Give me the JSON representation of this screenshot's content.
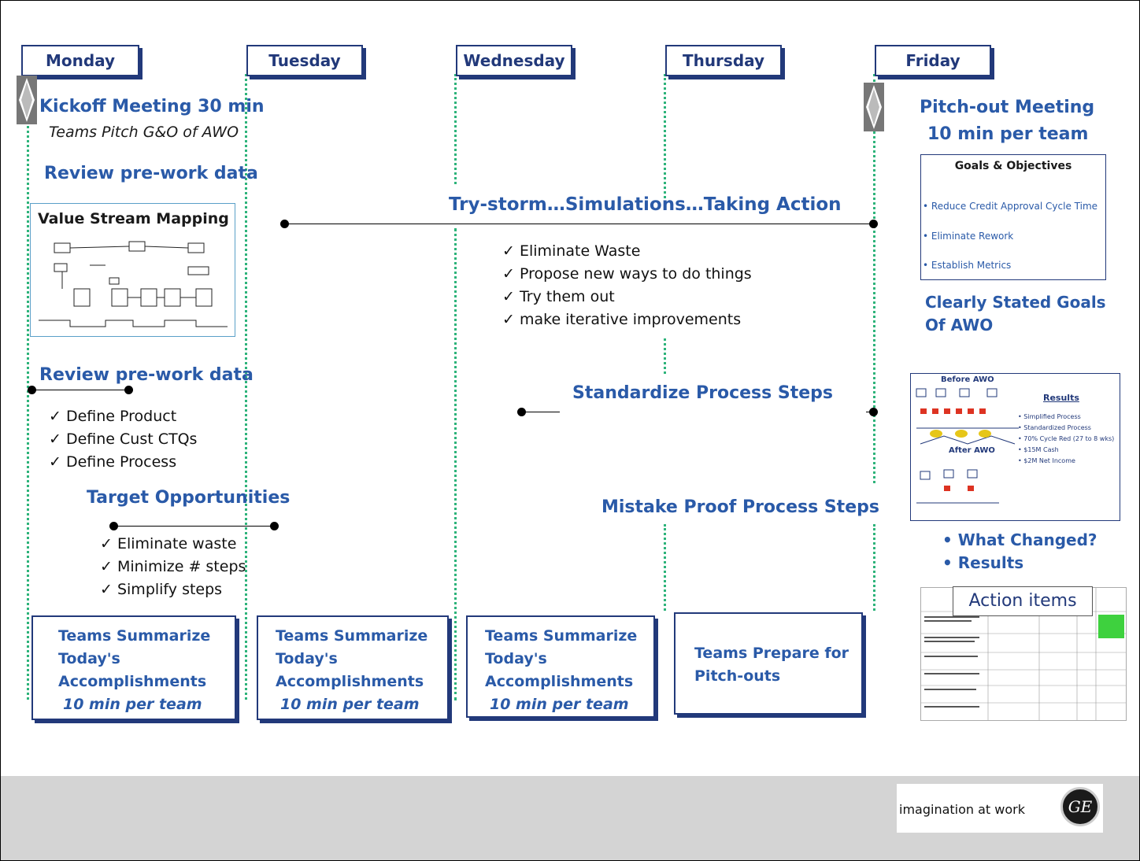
{
  "days": [
    "Monday",
    "Tuesday",
    "Wednesday",
    "Thursday",
    "Friday"
  ],
  "monday": {
    "kickoff_title": "Kickoff Meeting 30 min",
    "kickoff_sub": "Teams Pitch G&O of AWO",
    "review1": "Review pre-work data",
    "vsm_title": "Value Stream Mapping",
    "review2": "Review pre-work data",
    "define_items": [
      "Define Product",
      "Define Cust CTQs",
      "Define Process"
    ],
    "target_title": "Target Opportunities",
    "target_items": [
      "Eliminate waste",
      "Minimize # steps",
      "Simplify steps"
    ]
  },
  "midweek": {
    "trystorm_title": "Try-storm…Simulations…Taking Action",
    "trystorm_items": [
      "Eliminate Waste",
      "Propose new ways to do things",
      "Try them out",
      "make iterative improvements"
    ],
    "standardize": "Standardize Process Steps",
    "mistake_proof": "Mistake Proof Process Steps"
  },
  "friday": {
    "pitch_title_1": "Pitch-out Meeting",
    "pitch_title_2": "10 min per team",
    "goals_title": "Goals & Objectives",
    "goals_items": [
      "• Reduce Credit Approval Cycle Time",
      "• Eliminate Rework",
      "• Establish Metrics"
    ],
    "clearly_1": "Clearly Stated Goals",
    "clearly_2": "Of AWO",
    "results_before": "Before AWO",
    "results_after": "After AWO",
    "results_title": "Results",
    "results_items": [
      "• Simplified Process",
      "• Standardized Process",
      "• 70% Cycle Red (27 to 8 wks)",
      "• $15M Cash",
      "• $2M Net Income"
    ],
    "bullets": [
      "• What Changed?",
      "• Results"
    ],
    "action_items": "Action items"
  },
  "summaries": [
    {
      "lines": [
        "Teams Summarize",
        "Today's",
        "Accomplishments"
      ],
      "note": "10 min per team"
    },
    {
      "lines": [
        "Teams Summarize",
        "Today's",
        "Accomplishments"
      ],
      "note": "10 min per team"
    },
    {
      "lines": [
        "Teams Summarize",
        "Today's",
        "Accomplishments"
      ],
      "note": "10 min per team"
    },
    {
      "lines": [
        "Teams Prepare for",
        "Pitch-outs"
      ],
      "note": ""
    }
  ],
  "footer": {
    "tagline": "imagination at work",
    "logo_text": "GE"
  },
  "colors": {
    "accent_blue": "#2a5aa8",
    "dark_blue": "#22397a",
    "dotted_green": "#2db37a",
    "footer_gray": "#d4d4d4"
  }
}
